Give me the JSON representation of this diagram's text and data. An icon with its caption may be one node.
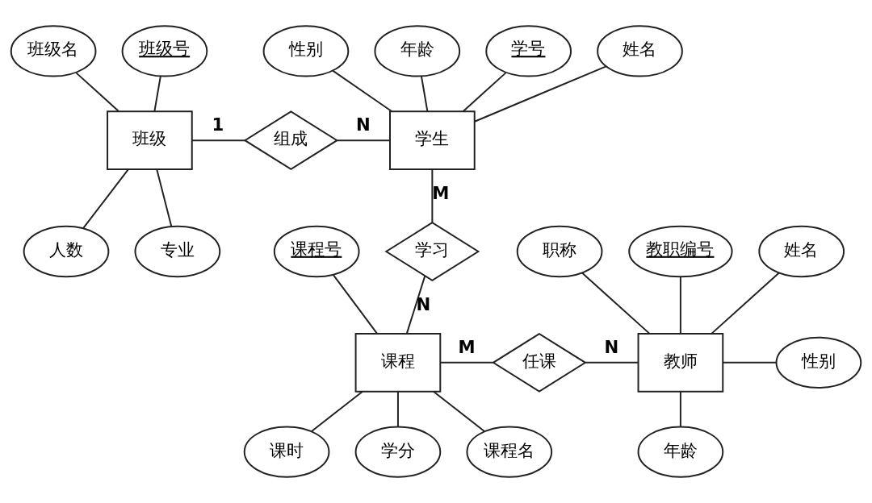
{
  "diagram": {
    "nodes": [
      {
        "text": [
          "班级号"
        ]
      },
      {
        "text": [
          "班级名"
        ]
      },
      {
        "text": [
          "班级"
        ]
      },
      {
        "text": [
          "专业"
        ]
      },
      {
        "text": [
          "人数"
        ]
      },
      {
        "text": [
          "组成"
        ]
      },
      {
        "text": [
          "学号"
        ]
      },
      {
        "text": [
          "姓名"
        ]
      },
      {
        "text": [
          "性别"
        ]
      },
      {
        "text": [
          "年龄"
        ]
      },
      {
        "text": [
          "学生"
        ]
      },
      {
        "text": [
          "学习"
        ]
      },
      {
        "text": [
          "课程号"
        ]
      },
      {
        "text": [
          "课程名"
        ]
      },
      {
        "text": [
          "课程"
        ]
      },
      {
        "text": [
          "课时"
        ]
      },
      {
        "text": [
          "学分"
        ]
      },
      {
        "text": [
          "任课"
        ]
      },
      {
        "text": [
          "教职编号"
        ]
      },
      {
        "text": [
          "姓名"
        ]
      },
      {
        "text": [
          "职称"
        ]
      },
      {
        "text": [
          "教师"
        ]
      },
      {
        "text": [
          "性别"
        ]
      },
      {
        "text": [
          "年龄"
        ]
      }
    ],
    "edges": [
      {
        "from": 2,
        "to": 0,
        "arrow": "none"
      },
      {
        "from": 2,
        "to": 1,
        "arrow": "none"
      },
      {
        "from": 2,
        "to": 3,
        "arrow": "none"
      },
      {
        "from": 2,
        "to": 4,
        "arrow": "none"
      },
      {
        "from": 2,
        "to": 5,
        "arrow": "none",
        "label": "1"
      },
      {
        "from": 5,
        "to": 10,
        "arrow": "none",
        "label": "N"
      },
      {
        "from": 10,
        "to": 6,
        "arrow": "none"
      },
      {
        "from": 10,
        "to": 7,
        "arrow": "none"
      },
      {
        "from": 10,
        "to": 8,
        "arrow": "none"
      },
      {
        "from": 10,
        "to": 9,
        "arrow": "none"
      },
      {
        "from": 10,
        "to": 11,
        "arrow": "none",
        "label": "M"
      },
      {
        "from": 11,
        "to": 14,
        "arrow": "none",
        "label": "N"
      },
      {
        "from": 14,
        "to": 12,
        "arrow": "none"
      },
      {
        "from": 14,
        "to": 13,
        "arrow": "none"
      },
      {
        "from": 14,
        "to": 15,
        "arrow": "none"
      },
      {
        "from": 14,
        "to": 16,
        "arrow": "none"
      },
      {
        "from": 14,
        "to": 17,
        "arrow": "none",
        "label": "M"
      },
      {
        "from": 17,
        "to": 21,
        "arrow": "none",
        "label": "N"
      },
      {
        "from": 21,
        "to": 18,
        "arrow": "none"
      },
      {
        "from": 21,
        "to": 19,
        "arrow": "none"
      },
      {
        "from": 21,
        "to": 20,
        "arrow": "none"
      },
      {
        "from": 21,
        "to": 22,
        "arrow": "none"
      },
      {
        "from": 21,
        "to": 23,
        "arrow": "none"
      }
    ]
  }
}
